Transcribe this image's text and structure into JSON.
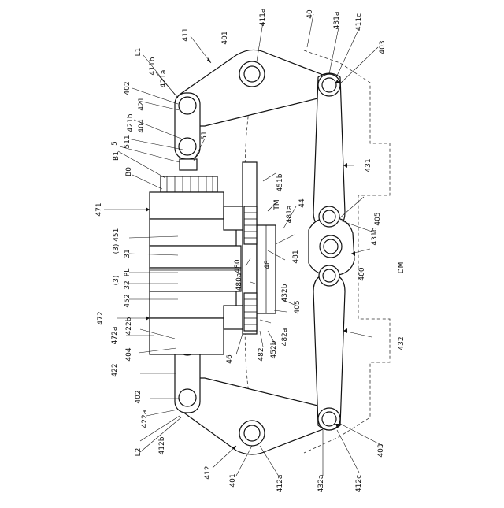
{
  "figure": {
    "labels": {
      "l40": "40",
      "l411": "411",
      "l411a": "411a",
      "l401_top": "401",
      "l431a": "431a",
      "l411c": "411c",
      "l403_top": "403",
      "lL1": "L1",
      "l411b": "411b",
      "l421a": "421a",
      "l402_top": "402",
      "l421": "421",
      "l421b": "421b",
      "l404_top": "404",
      "l511": "511",
      "l51": "51",
      "l5": "5",
      "lB1": "B1",
      "lB0": "B0",
      "l471": "471",
      "l451b": "451b",
      "lTM": "TM",
      "l481a": "481a",
      "l44": "44",
      "l405_top": "405",
      "l431b": "431b",
      "l431": "431",
      "l3_451": "(3) 451",
      "l31": "31",
      "lPL": "PL",
      "l3_32": "(3)",
      "l32": "32",
      "l452": "452",
      "l480": "480",
      "l480a": "480a",
      "l48": "48",
      "l481": "481",
      "l400": "400",
      "lDM": "DM",
      "l432b": "432b",
      "l405_bot": "405",
      "l472": "472",
      "l422b": "422b",
      "l472a": "472a",
      "l422": "422",
      "l404_bot": "404",
      "l46": "46",
      "l482": "482",
      "l452b": "452b",
      "l482a": "482a",
      "l432": "432",
      "l402_bot": "402",
      "l422a": "422a",
      "lL2": "L2",
      "l412b": "412b",
      "l412": "412",
      "l401_bot": "401",
      "l412a": "412a",
      "l432a": "432a",
      "l412c": "412c",
      "l403_bot": "403"
    }
  }
}
